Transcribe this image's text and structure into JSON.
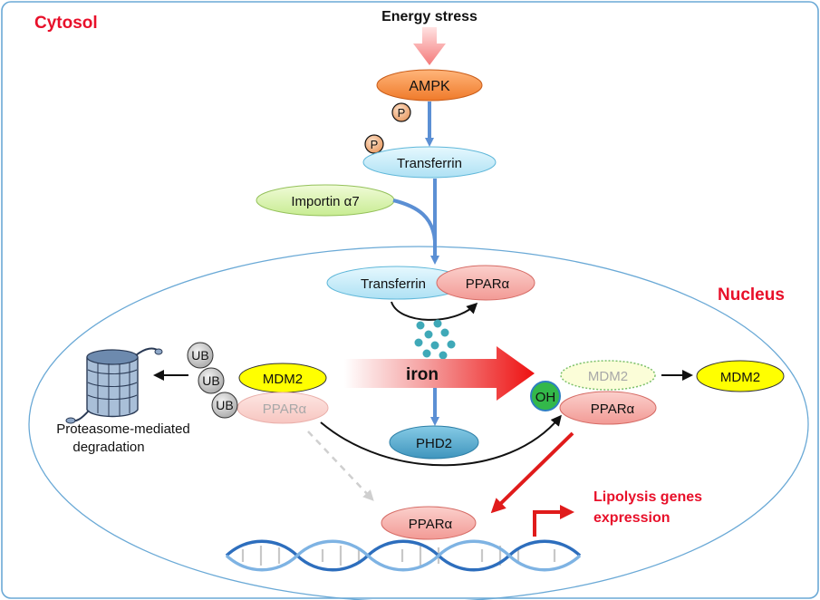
{
  "regions": {
    "cytosol": "Cytosol",
    "nucleus": "Nucleus"
  },
  "labels": {
    "energy_stress": "Energy stress",
    "ampk": "AMPK",
    "phospho_1": "P",
    "phospho_2": "P",
    "transferrin_cyto": "Transferrin",
    "importin": "Importin α7",
    "transferrin_nuc": "Transferrin",
    "pparalpha_complex": "PPARα",
    "iron": "iron",
    "phd2": "PHD2",
    "ub_1": "UB",
    "ub_2": "UB",
    "ub_3": "UB",
    "mdm2_bound": "MDM2",
    "pparalpha_ub": "PPARα",
    "proteasome_line1": "Proteasome-mediated",
    "proteasome_line2": "degradation",
    "oh": "OH",
    "mdm2_faded": "MDM2",
    "mdm2_released": "MDM2",
    "pparalpha_oh": "PPARα",
    "pparalpha_dna": "PPARα",
    "lipolysis_line1": "Lipolysis genes",
    "lipolysis_line2": "expression"
  },
  "colors": {
    "title_red": "#e8102a",
    "arrow_blue": "#5b8fd4",
    "arrow_red": "#e01b1b",
    "ampk_orange": "#f07a2a",
    "transferrin_blue": "#bfe8f7",
    "importin_green": "#dcf3b0",
    "pparalpha_pink": "#f7a9a4",
    "mdm2_yellow": "#ffff00",
    "phd2_blue": "#4fa3c7",
    "oh_green": "#33b84a",
    "ub_gray": "#c9c9c9",
    "nucleus_outline": "#6aa9d6",
    "iron_dots": "#3fa9b8"
  }
}
